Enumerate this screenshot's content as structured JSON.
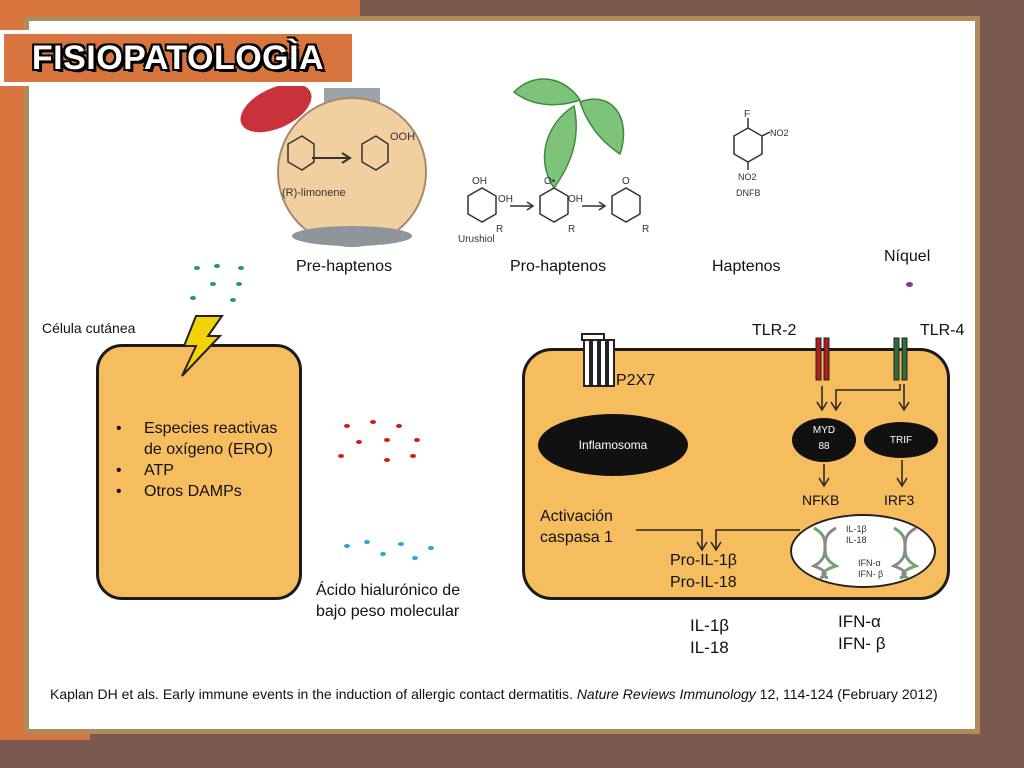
{
  "title": "FISIOPATOLOGÌA",
  "top_labels": {
    "pre_haptenos": "Pre-haptenos",
    "pro_haptenos": "Pro-haptenos",
    "haptenos": "Haptenos",
    "niquel": "Níquel"
  },
  "chem": {
    "limonene": "(R)-limonene",
    "ooh": "OOH",
    "urushiol": "Urushiol",
    "oh1": "OH",
    "oh2": "OH",
    "o_dot": "O•",
    "oh3": "OH",
    "o1": "O",
    "r1": "R",
    "r2": "R",
    "r3": "R",
    "f": "F",
    "no2_a": "NO2",
    "no2_b": "NO2",
    "dnfb": "DNFB"
  },
  "left_cell": {
    "caption": "Célula cutánea",
    "bullets": [
      "Especies reactivas de oxígeno (ERO)",
      "ATP",
      "Otros DAMPs"
    ]
  },
  "middle": {
    "acido_line1": "Ácido hialurónico de",
    "acido_line2": "bajo peso molecular"
  },
  "right_cell": {
    "p2x7": "P2X7",
    "tlr2": "TLR-2",
    "tlr4": "TLR-4",
    "inflamosoma": "Inflamosoma",
    "myd_line1": "MYD",
    "myd_line2": "88",
    "trif": "TRIF",
    "nfkb": "NFKB",
    "irf3": "IRF3",
    "activacion_line1": "Activación",
    "activacion_line2": "caspasa 1",
    "pro_il1b": "Pro-IL-1β",
    "pro_il18": "Pro-IL-18",
    "nuc_il1b": "IL-1β",
    "nuc_il18": "IL-18",
    "nuc_ifna": "IFN-α",
    "nuc_ifnb": "IFN- β"
  },
  "outputs": {
    "il1b": "IL-1β",
    "il18": "IL-18",
    "ifna": "IFN-α",
    "ifnb": "IFN- β"
  },
  "reference": {
    "part1": "Kaplan DH et als. Early immune events in the induction of allergic contact dermatitis. ",
    "journal": "Nature Reviews Immunology",
    "part2": " 12, 114-124 (February 2012)"
  },
  "colors": {
    "cell_fill": "#f6bd5e",
    "tlr2": "#b01e1e",
    "tlr4": "#2e6e3a",
    "dots_green": "#1f9a6a",
    "dots_red": "#cc1e1e",
    "dots_blue": "#2aa7d6",
    "nickel": "#7a3a9a"
  }
}
